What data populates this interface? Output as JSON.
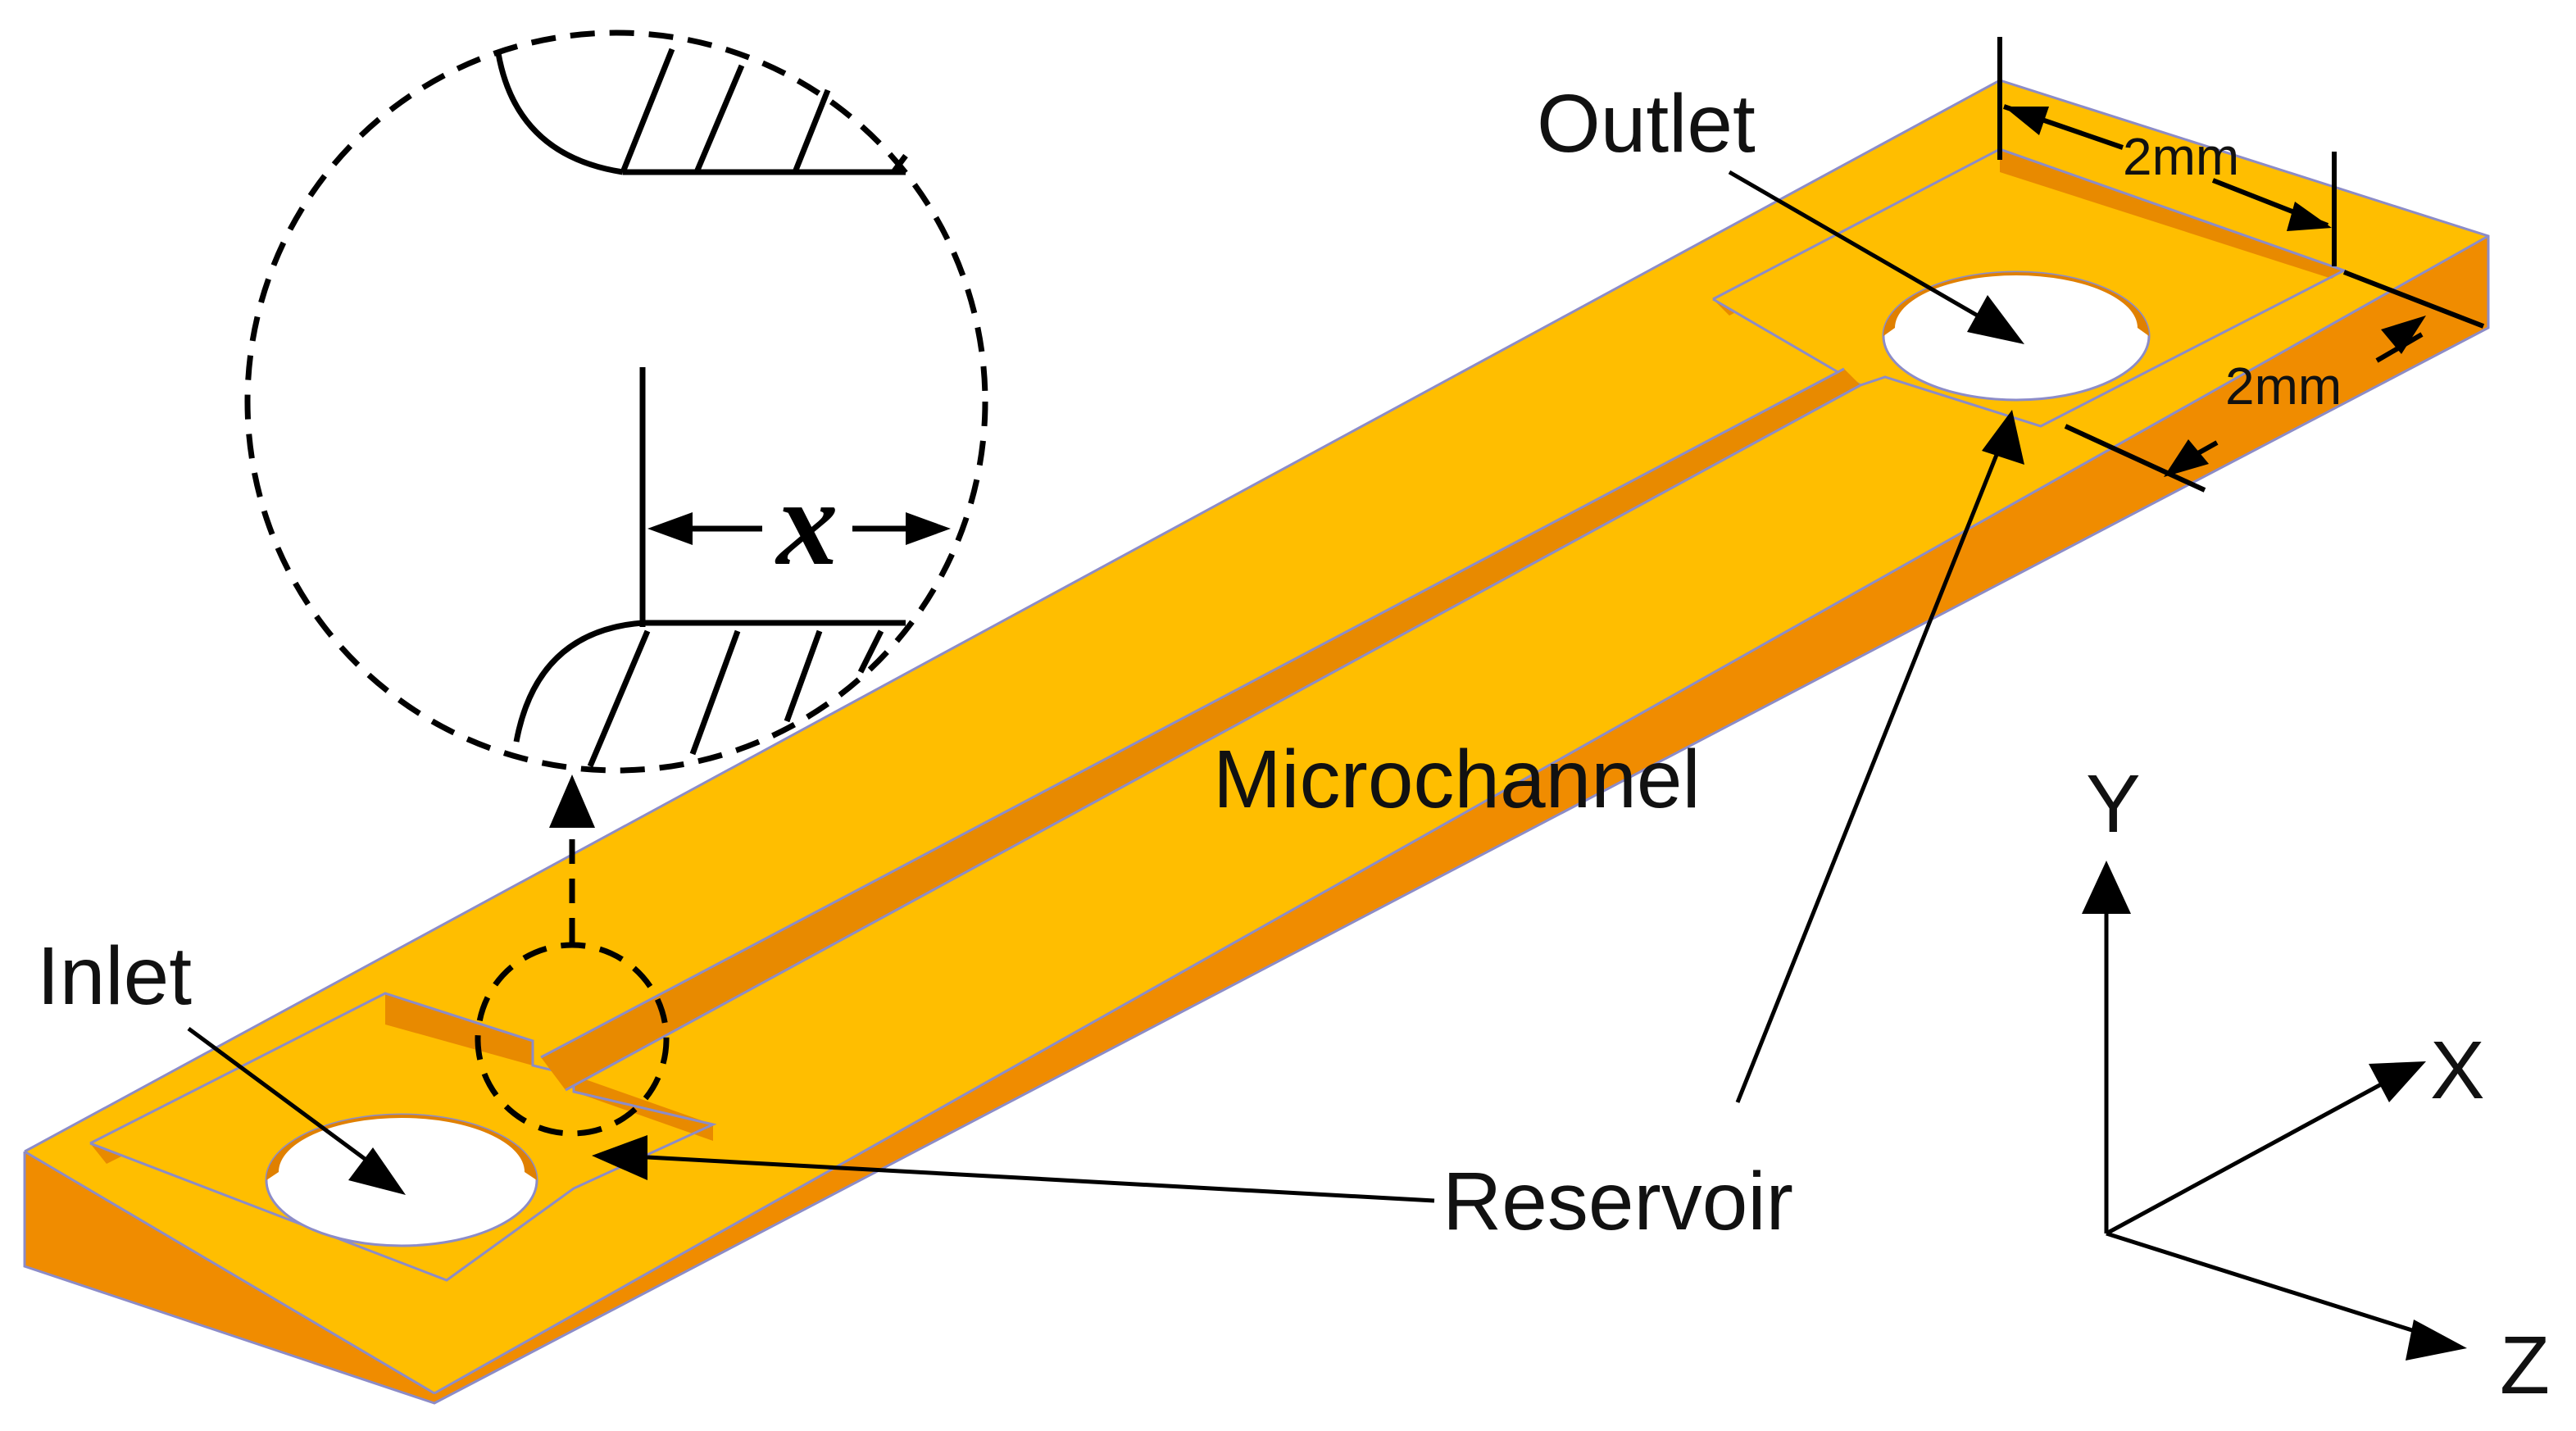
{
  "labels": {
    "outlet": "Outlet",
    "inlet": "Inlet",
    "microchannel": "Microchannel",
    "reservoir": "Reservoir",
    "dim_top": "2mm",
    "dim_side": "2mm",
    "detail_var": "x"
  },
  "axes": {
    "y": "Y",
    "x": "X",
    "z": "Z"
  },
  "colors": {
    "top_face": "#FFBE00",
    "front_face": "#F08C00",
    "side_face": "#F49A0A",
    "recess_wall": "#E88A00",
    "outline": "#8C8CC8",
    "ink": "#000000"
  }
}
